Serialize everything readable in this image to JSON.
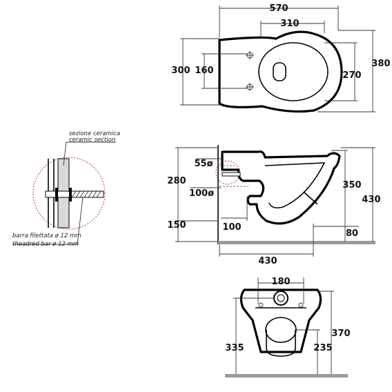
{
  "top_view": {
    "width_total": "570",
    "width_partial": "310",
    "height_total": "380",
    "height_left": "300",
    "height_inner": "160",
    "height_bowl": "270"
  },
  "detail": {
    "section_it": "sezione ceramica",
    "section_en": "ceramic section",
    "bar_it": "barra filettata ø 12 mm",
    "bar_en": "theadred bar ø 12 mm"
  },
  "side_view": {
    "d_outlet": "55ø",
    "d_inlet": "100ø",
    "h_280": "280",
    "h_150": "150",
    "w_100": "100",
    "h_350": "350",
    "h_430": "430",
    "w_80": "80",
    "w_total": "430"
  },
  "front_view": {
    "w_180": "180",
    "h_370": "370",
    "h_335": "335",
    "h_235": "235"
  },
  "colors": {
    "stroke": "#000000",
    "floor": "#999999",
    "ceramic_fill": "#d9d9d9",
    "section_circle": "#c0392b"
  }
}
